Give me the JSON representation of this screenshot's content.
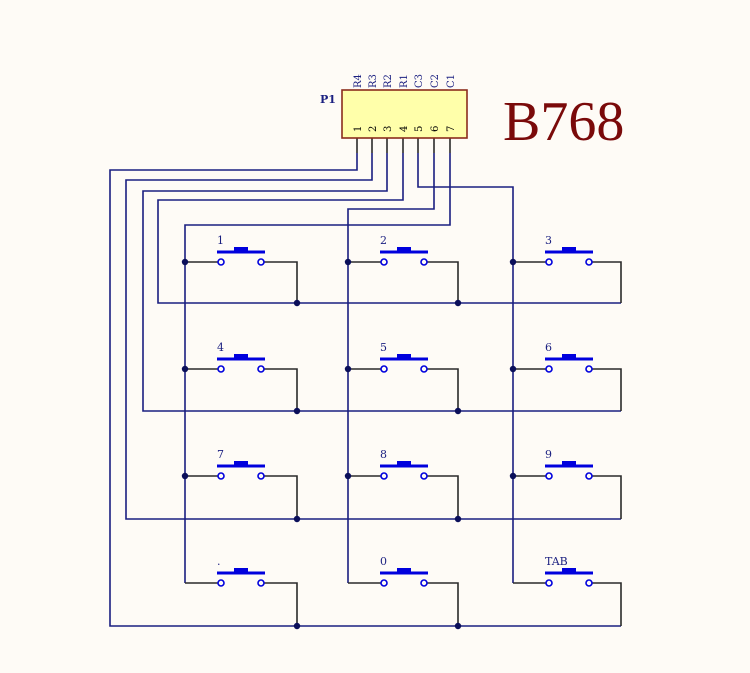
{
  "title": "B768",
  "colors": {
    "background": "#fefbf6",
    "wire": "#1a1f80",
    "button": "#0000dd",
    "connector_fill": "#ffffaa",
    "connector_border": "#8b2d1c",
    "title": "#7a0a0a"
  },
  "connector": {
    "ref": "P1",
    "pins": [
      {
        "num": "1",
        "name": "R4"
      },
      {
        "num": "2",
        "name": "R3"
      },
      {
        "num": "3",
        "name": "R2"
      },
      {
        "num": "4",
        "name": "R1"
      },
      {
        "num": "5",
        "name": "C3"
      },
      {
        "num": "6",
        "name": "C2"
      },
      {
        "num": "7",
        "name": "C1"
      }
    ]
  },
  "keypad": {
    "rows": [
      [
        "1",
        "2",
        "3"
      ],
      [
        "4",
        "5",
        "6"
      ],
      [
        "7",
        "8",
        "9"
      ],
      [
        ".",
        "0",
        "TAB"
      ]
    ],
    "row_nets": [
      "R1",
      "R2",
      "R3",
      "R4"
    ],
    "column_nets": [
      "C1",
      "C2",
      "C3"
    ]
  }
}
